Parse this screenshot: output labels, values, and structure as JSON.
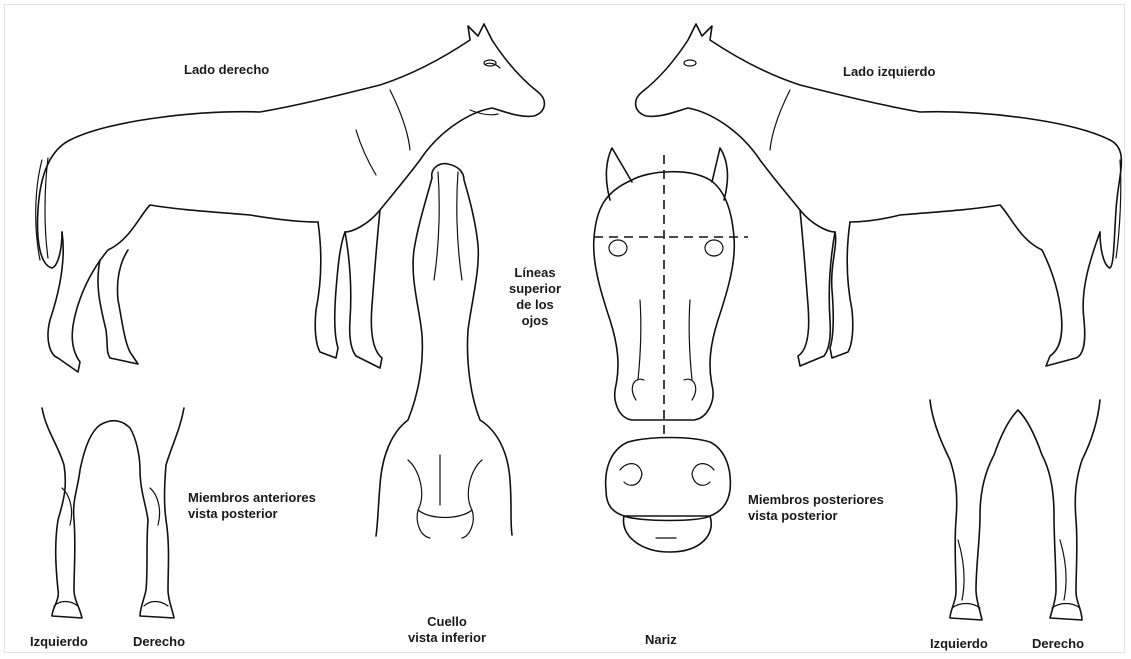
{
  "views": {
    "right_side": "Lado derecho",
    "left_side": "Lado izquierdo",
    "eye_lines": [
      "Líneas",
      "superior",
      "de los",
      "ojos"
    ],
    "forelimbs": [
      "Miembros anteriores",
      "vista posterior"
    ],
    "hindlimbs": [
      "Miembros posteriores",
      "vista posterior"
    ],
    "neck": [
      "Cuello",
      "vista inferior"
    ],
    "nose": "Nariz"
  },
  "leg_labels": {
    "fore_left": "Izquierdo",
    "fore_right": "Derecho",
    "hind_left": "Izquierdo",
    "hind_right": "Derecho"
  },
  "colors": {
    "line": "#111111",
    "background": "#ffffff"
  }
}
